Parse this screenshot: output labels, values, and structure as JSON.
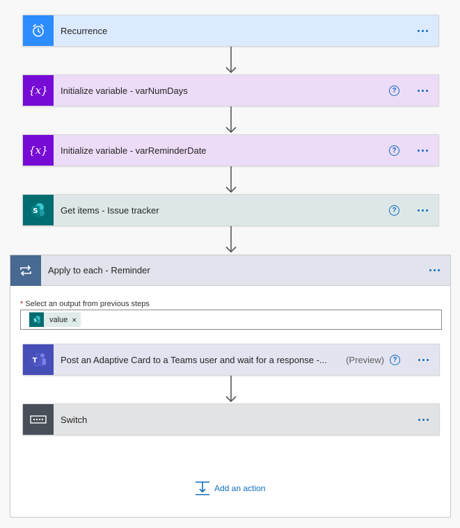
{
  "steps": [
    {
      "title": "Recurrence",
      "icon": "alarm-clock-icon",
      "color": "#2d8cff",
      "bg": "#dceaff",
      "help": false
    },
    {
      "title": "Initialize variable - varNumDays",
      "icon": "variable-icon",
      "color": "#770bd6",
      "bg": "#ecdcf7",
      "help": true
    },
    {
      "title": "Initialize variable - varReminderDate",
      "icon": "variable-icon",
      "color": "#770bd6",
      "bg": "#ecdcf7",
      "help": true
    },
    {
      "title": "Get items - Issue tracker",
      "icon": "sharepoint-icon",
      "color": "#036c70",
      "bg": "#dde7e7",
      "help": true
    }
  ],
  "loop": {
    "title": "Apply to each - Reminder",
    "icon": "loop-icon",
    "color": "#486991",
    "select_label": "Select an output from previous steps",
    "required_marker": "*",
    "token": {
      "text": "value",
      "close": "×",
      "icon": "sharepoint-icon"
    },
    "actions": [
      {
        "title": "Post an Adaptive Card to a Teams user and wait for a response -...",
        "preview": "(Preview)",
        "icon": "teams-icon",
        "color": "#464eb8",
        "bg": "#e4e4f1",
        "help": true
      },
      {
        "title": "Switch",
        "icon": "switch-icon",
        "color": "#484f58",
        "bg": "#e2e3e5",
        "help": false
      }
    ],
    "add_action_label": "Add an action"
  },
  "help_glyph": "?",
  "accent": "#0f6cbd"
}
